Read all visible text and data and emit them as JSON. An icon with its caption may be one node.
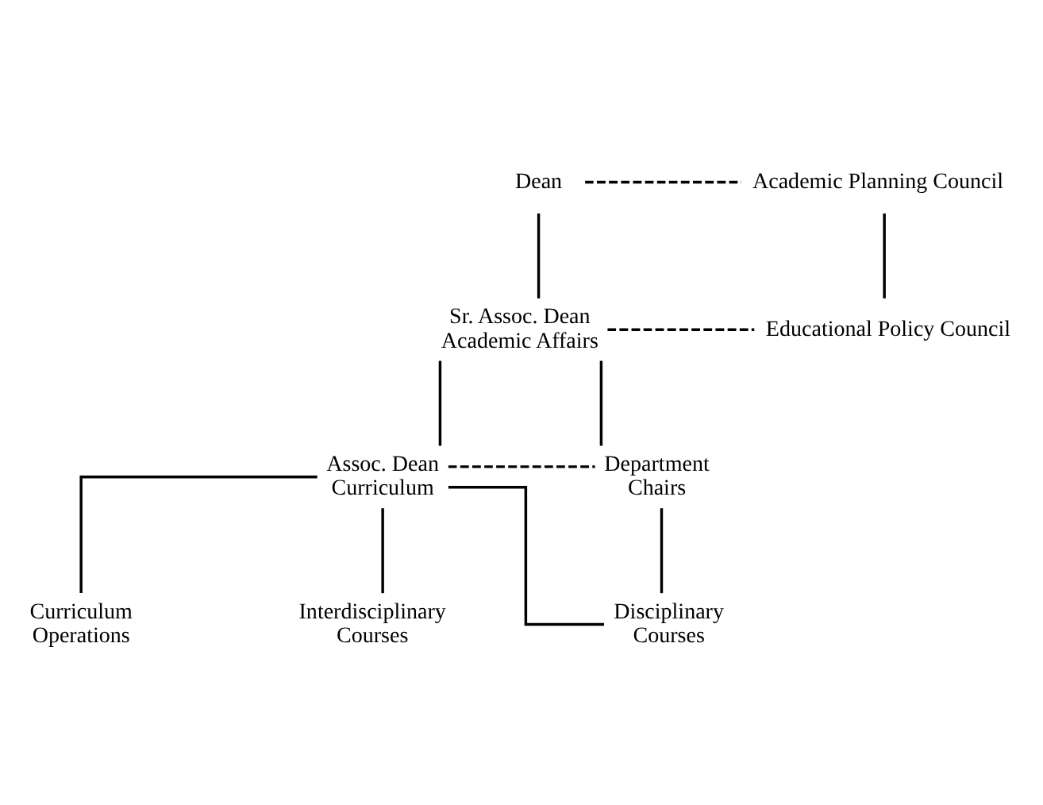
{
  "diagram": {
    "nodes": [
      {
        "text": [
          "Dean"
        ]
      },
      {
        "text": [
          "Academic Planning Council"
        ]
      },
      {
        "text": [
          "Sr. Assoc. Dean Academic Affairs"
        ]
      },
      {
        "text": [
          "Educational Policy Council"
        ]
      },
      {
        "text": [
          "Assoc. Dean Curriculum"
        ]
      },
      {
        "text": [
          "Department Chairs"
        ]
      },
      {
        "text": [
          "Curriculum Operations"
        ]
      },
      {
        "text": [
          "Interdisciplinary Courses"
        ]
      },
      {
        "text": [
          "Disciplinary Courses"
        ]
      }
    ],
    "edges": [
      {
        "from": 0,
        "to": 1,
        "arrow": "none",
        "style": "dashed"
      },
      {
        "from": 0,
        "to": 2,
        "arrow": "none"
      },
      {
        "from": 1,
        "to": 3,
        "arrow": "none"
      },
      {
        "from": 2,
        "to": 3,
        "arrow": "none",
        "style": "dashed"
      },
      {
        "from": 2,
        "to": 4,
        "arrow": "none"
      },
      {
        "from": 2,
        "to": 5,
        "arrow": "none"
      },
      {
        "from": 4,
        "to": 5,
        "arrow": "none",
        "style": "dashed"
      },
      {
        "from": 4,
        "to": 6,
        "arrow": "none"
      },
      {
        "from": 4,
        "to": 7,
        "arrow": "none"
      },
      {
        "from": 4,
        "to": 8,
        "arrow": "none"
      },
      {
        "from": 5,
        "to": 8,
        "arrow": "none"
      }
    ]
  }
}
